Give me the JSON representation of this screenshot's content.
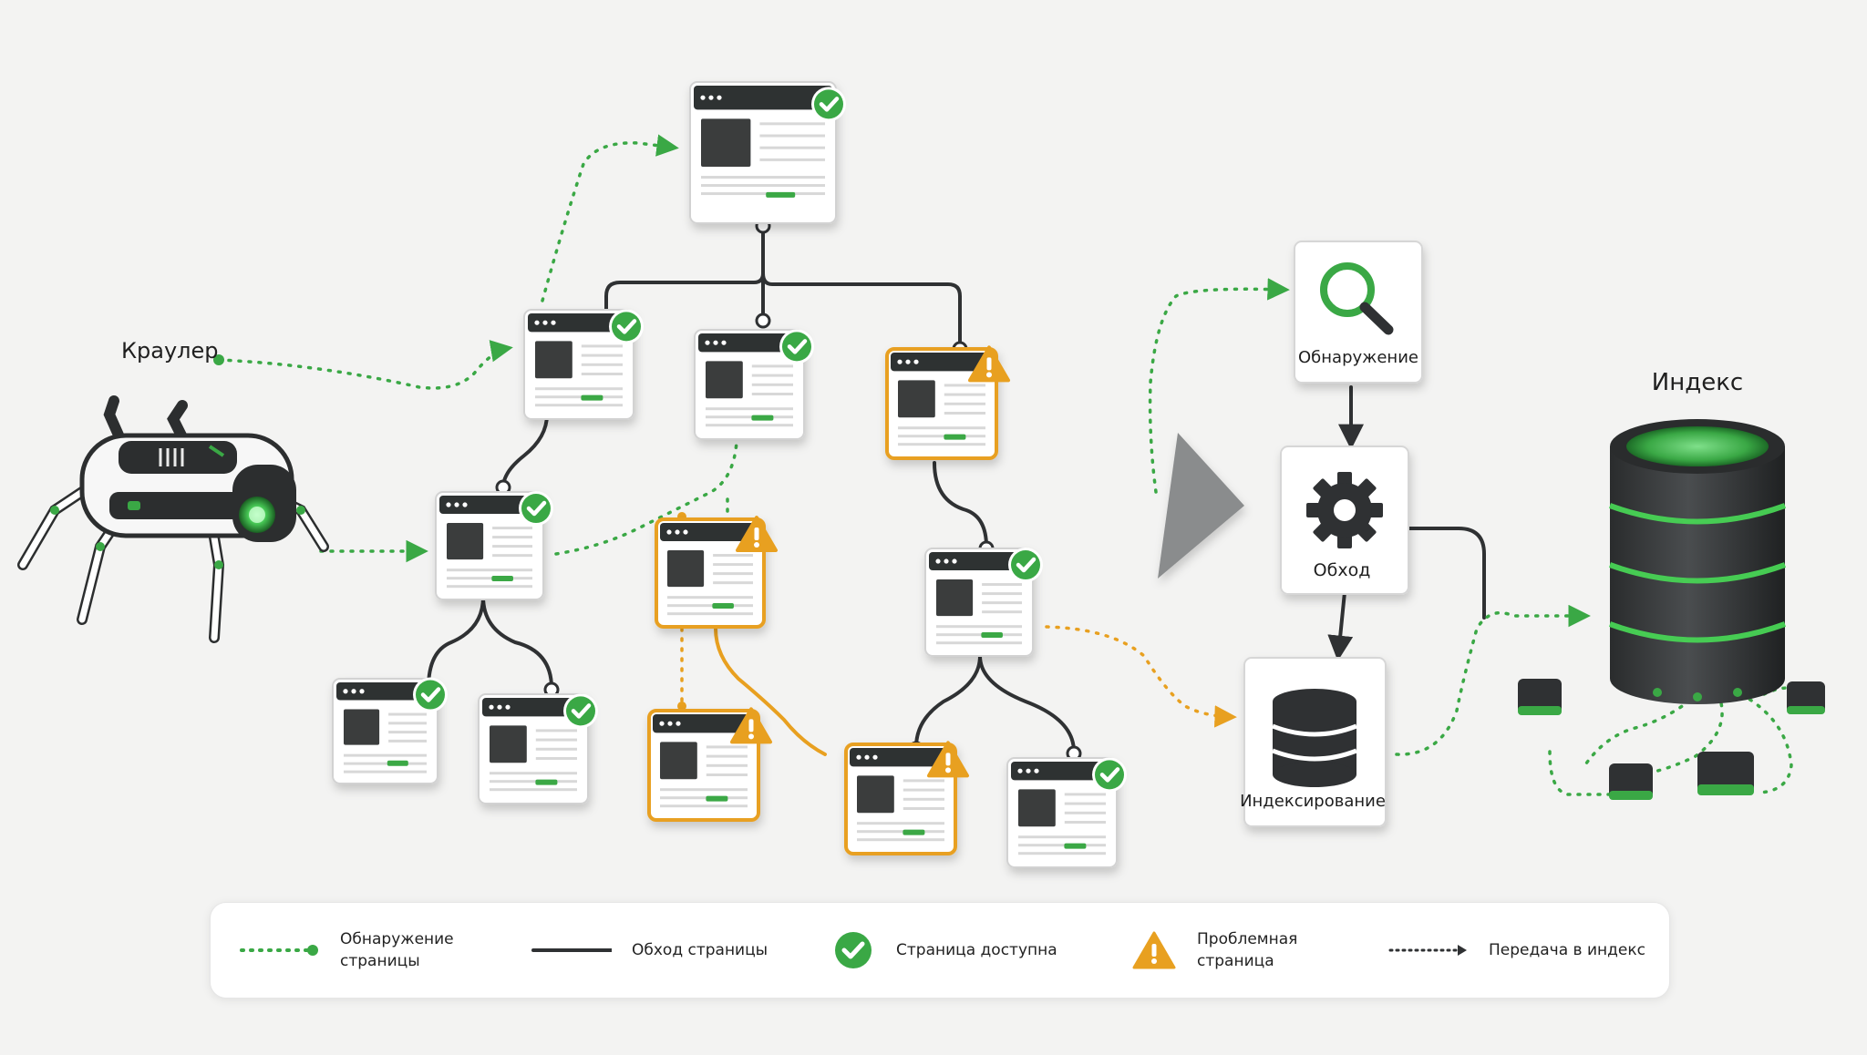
{
  "crawler": {
    "label": "Краулер"
  },
  "pipeline": {
    "discovery_label": "Обнаружение",
    "crawl_label": "Обход",
    "indexing_label": "Индексирование"
  },
  "index": {
    "label": "Индекс"
  },
  "legend": {
    "discovery": "Обнаружение страницы",
    "crawl": "Обход страницы",
    "available": "Страница доступна",
    "problem": "Проблемная страница",
    "transfer": "Передача в индекс"
  },
  "colors": {
    "green": "#3aa845",
    "orange": "#e8a020",
    "dark": "#2f3133",
    "background": "#f3f3f2"
  },
  "pages": [
    {
      "id": "root",
      "status": "ok"
    },
    {
      "id": "p1",
      "status": "ok"
    },
    {
      "id": "p2",
      "status": "ok"
    },
    {
      "id": "p3",
      "status": "problem"
    },
    {
      "id": "p4",
      "status": "ok"
    },
    {
      "id": "p5",
      "status": "problem"
    },
    {
      "id": "p6",
      "status": "ok"
    },
    {
      "id": "p7",
      "status": "ok"
    },
    {
      "id": "p8",
      "status": "ok"
    },
    {
      "id": "p9",
      "status": "problem"
    },
    {
      "id": "p10",
      "status": "problem"
    },
    {
      "id": "p11",
      "status": "ok"
    }
  ]
}
